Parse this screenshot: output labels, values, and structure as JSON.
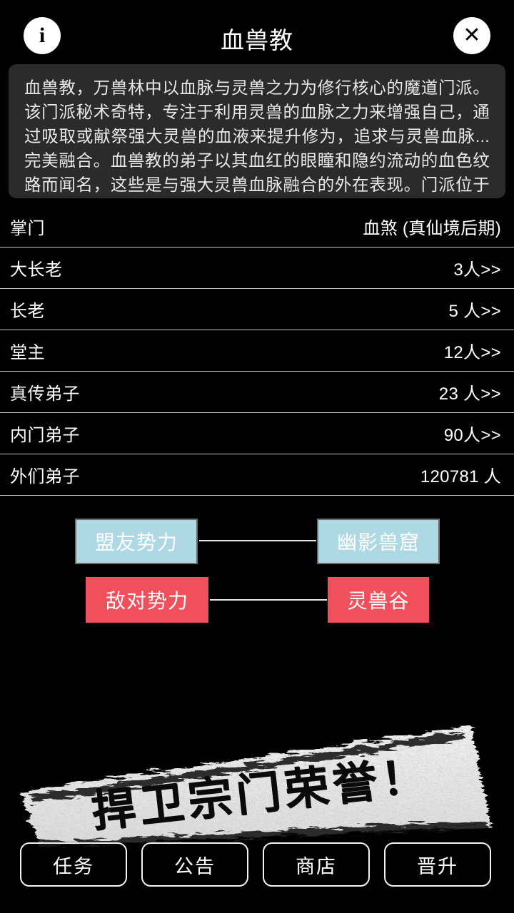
{
  "header": {
    "title": "血兽教",
    "info_icon": "info-icon",
    "info_glyph": "i",
    "close_icon": "close-icon",
    "close_glyph": "✕"
  },
  "description": {
    "text": "血兽教，万兽林中以血脉与灵兽之力为修行核心的魔道门派。该门派秘术奇特，专注于利用灵兽的血脉之力来增强自己，通过吸取或献祭强大灵兽的血液来提升修为，追求与灵兽血脉...完美融合。血兽教的弟子以其血红的眼瞳和隐约流动的血色纹路而闻名，这些是与强大灵兽血脉融合的外在表现。门派位于万兽林深处，被称为血兽巢穴，此处灵气浓郁，妖兽遍布，是修炼血兽秘术的绝佳之地。"
  },
  "roster": [
    {
      "label": "掌门",
      "value": "血煞 (真仙境后期)"
    },
    {
      "label": "大长老",
      "value": "3人>>"
    },
    {
      "label": "长老",
      "value": "5 人>>"
    },
    {
      "label": "堂主",
      "value": "12人>>"
    },
    {
      "label": "真传弟子",
      "value": "23 人>>"
    },
    {
      "label": "内门弟子",
      "value": "90人>>"
    },
    {
      "label": "外们弟子",
      "value": "120781 人"
    }
  ],
  "relations": {
    "ally_label": "盟友势力",
    "ally_target": "幽影兽窟",
    "enemy_label": "敌对势力",
    "enemy_target": "灵兽谷",
    "ally_color": "#aed8e3",
    "enemy_color": "#f0505c"
  },
  "banner": {
    "slogan": "捍卫宗门荣誉！"
  },
  "actions": [
    {
      "label": "任务"
    },
    {
      "label": "公告"
    },
    {
      "label": "商店"
    },
    {
      "label": "晋升"
    }
  ]
}
